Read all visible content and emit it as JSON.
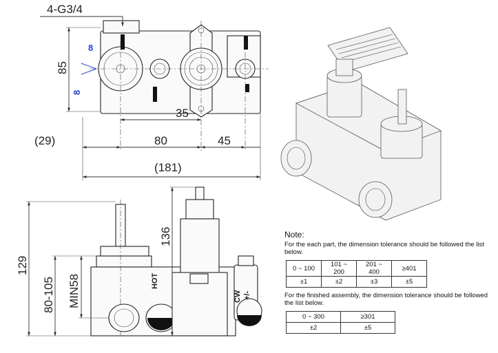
{
  "dimensions": {
    "thread": "4-G3/4",
    "height_85": "85",
    "offset_8_top": "8",
    "offset_8_bottom": "8",
    "center_35": "35",
    "width_29": "(29)",
    "width_80": "80",
    "width_45": "45",
    "width_181": "(181)",
    "height_129": "129",
    "range_80_105": "80-105",
    "min_58": "MIN58",
    "height_136": "136"
  },
  "body_marks": {
    "hot": "HOT",
    "cw": "CW",
    "cw_sign": "+/-"
  },
  "notes": {
    "title": "Note:",
    "part_text": "For the each part, the dimension tolerance should be followed the list below.",
    "assembly_text": "For the finished assembly, the dimension tolerance should be followed the list below.",
    "part_table": {
      "ranges": [
        "0 ~ 100",
        "101 ~ 200",
        "201 ~ 400",
        "≥401"
      ],
      "tolerances": [
        "±1",
        "±2",
        "±3",
        "±5"
      ]
    },
    "assembly_table": {
      "ranges": [
        "0 ~ 300",
        "≥301"
      ],
      "tolerances": [
        "±2",
        "±5"
      ]
    }
  }
}
